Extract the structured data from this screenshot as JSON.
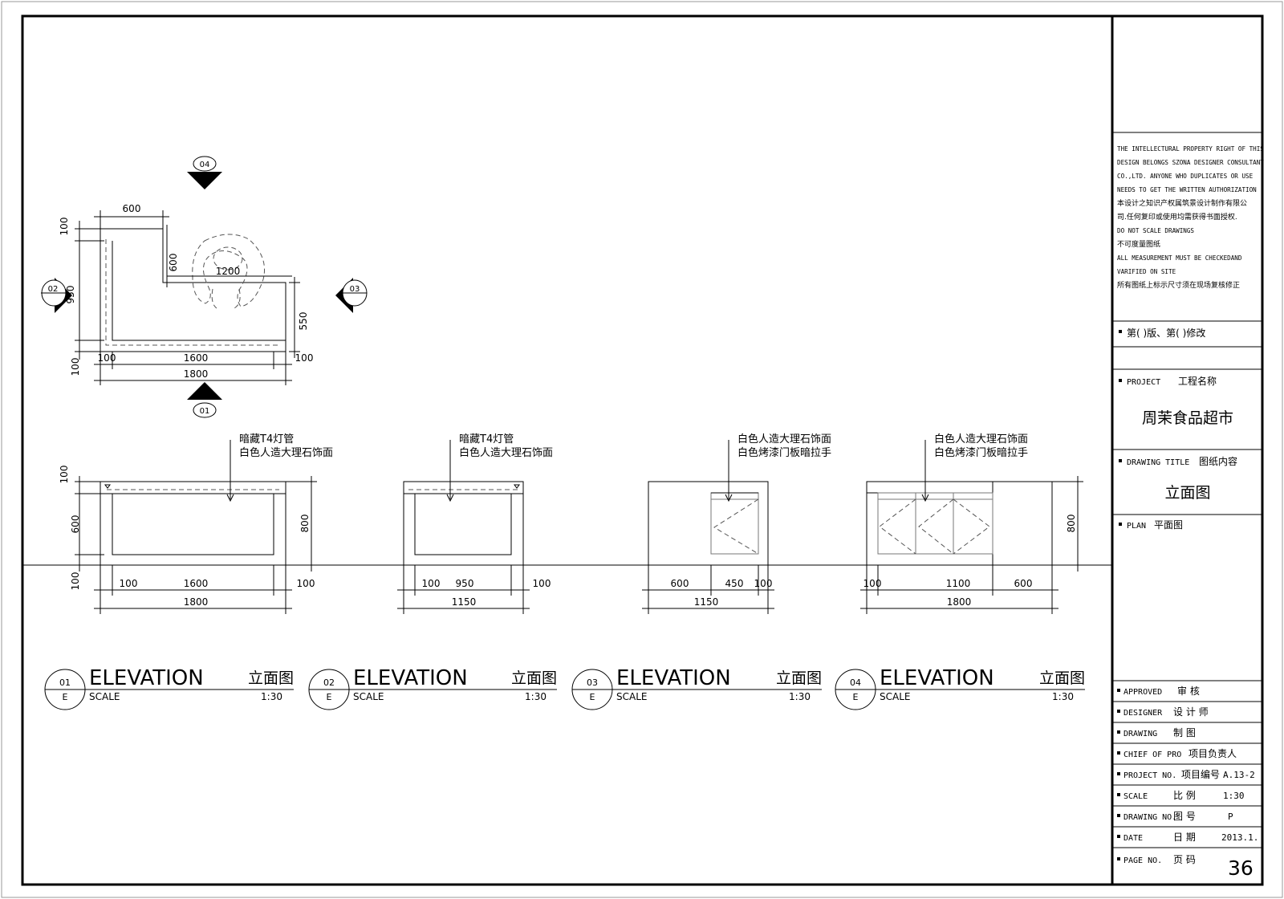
{
  "title_block": {
    "ip_notice": [
      "THE INTELLECTURAL PROPERTY RIGHT OF THIS",
      "DESIGN BELONGS SZONA DESIGNER CONSULTANT",
      "CO.,LTD. ANYONE WHO DUPLICATES OR USE",
      "NEEDS TO GET THE WRITTEN AUTHORIZATION",
      "本设计之知识产权属筑景设计制作有限公",
      "司.任何复印或使用均需获得书面授权.",
      "DO NOT SCALE DRAWINGS",
      "不可度量图纸",
      "ALL MEASUREMENT MUST BE CHECKEDAND",
      "VARIFIED ON SITE",
      "所有图纸上标示尺寸须在现场复核修正"
    ],
    "revision": "第(     )版、第(     )修改",
    "project_label": "PROJECT",
    "project_label_cn": "工程名称",
    "project_name": "周茉食品超市",
    "drawing_title_label": "DRAWING TITLE",
    "drawing_title_label_cn": "图纸内容",
    "drawing_title": "立面图",
    "plan_label": "PLAN",
    "plan_label_cn": "平面图",
    "rows": [
      {
        "en": "APPROVED",
        "cn": "审  核",
        "value": ""
      },
      {
        "en": "DESIGNER",
        "cn": "设 计 师",
        "value": ""
      },
      {
        "en": "DRAWING",
        "cn": "制    图",
        "value": ""
      },
      {
        "en": "CHIEF OF PRO",
        "cn": "项目负责人",
        "value": ""
      },
      {
        "en": "PROJECT NO.",
        "cn": "项目编号",
        "value": "A.13-2"
      },
      {
        "en": "SCALE",
        "cn": "比    例",
        "value": "1:30"
      },
      {
        "en": "DRAWING NO.",
        "cn": "图    号",
        "value": "P"
      },
      {
        "en": "DATE",
        "cn": "日    期",
        "value": "2013.1."
      },
      {
        "en": "PAGE NO.",
        "cn": "页    码",
        "value": "36"
      }
    ]
  },
  "plan": {
    "markers": [
      "04",
      "02",
      "03",
      "01"
    ],
    "dims": {
      "top": "600",
      "side_top": "100",
      "side_mid": "950",
      "side_bot": "100",
      "inner_v": "600",
      "inner_h": "1200",
      "right_v": "550",
      "bot_l": "100",
      "bot_m": "1600",
      "bot_r": "100",
      "total": "1800"
    }
  },
  "elevations": [
    {
      "num": "01",
      "letter": "E",
      "title": "ELEVATION",
      "title_cn": "立面图",
      "scale_label": "SCALE",
      "scale": "1:30",
      "notes": [
        "暗藏T4灯管",
        "白色人造大理石饰面"
      ],
      "dims_bottom": [
        "100",
        "1600",
        "100"
      ],
      "total": "1800",
      "dims_left": [
        "100",
        "600",
        "100"
      ],
      "dim_right": "800"
    },
    {
      "num": "02",
      "letter": "E",
      "title": "ELEVATION",
      "title_cn": "立面图",
      "scale_label": "SCALE",
      "scale": "1:30",
      "notes": [
        "暗藏T4灯管",
        "白色人造大理石饰面"
      ],
      "dims_bottom": [
        "100",
        "950",
        "100"
      ],
      "total": "1150"
    },
    {
      "num": "03",
      "letter": "E",
      "title": "ELEVATION",
      "title_cn": "立面图",
      "scale_label": "SCALE",
      "scale": "1:30",
      "notes": [
        "白色人造大理石饰面",
        "白色烤漆门板暗拉手"
      ],
      "dims_bottom": [
        "600",
        "450",
        "100"
      ],
      "total": "1150"
    },
    {
      "num": "04",
      "letter": "E",
      "title": "ELEVATION",
      "title_cn": "立面图",
      "scale_label": "SCALE",
      "scale": "1:30",
      "notes": [
        "白色人造大理石饰面",
        "白色烤漆门板暗拉手"
      ],
      "dims_bottom": [
        "100",
        "1100",
        "600"
      ],
      "total": "1800",
      "dim_right": "800"
    }
  ]
}
